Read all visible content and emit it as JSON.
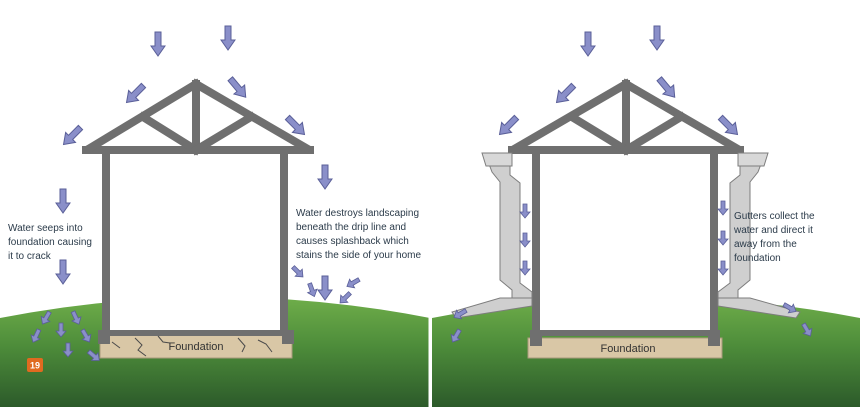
{
  "left_panel": {
    "caption_seep": [
      "Water seeps into",
      "foundation causing",
      "it to crack"
    ],
    "caption_destroy": [
      "Water destroys landscaping",
      "beneath the drip line and",
      "causes splashback which",
      "stains the side of your home"
    ],
    "foundation_label": "Foundation",
    "page_badge": "19"
  },
  "right_panel": {
    "caption_gutters": [
      "Gutters collect the",
      "water and direct it",
      "away from the",
      "foundation"
    ],
    "foundation_label": "Foundation"
  },
  "colors": {
    "arrow": "#8a8fc9",
    "arrow_stroke": "#5a5f98",
    "frame": "#6f6f6f",
    "ground_light": "#6fae4a",
    "ground_dark": "#2f6d2b",
    "foundation": "#d9c7a6",
    "badge": "#e06a20",
    "gutter": "#cfcfcf"
  },
  "icons": [
    "rain-arrow-icon",
    "splash-arrow-icon",
    "gutter-downspout-icon"
  ]
}
